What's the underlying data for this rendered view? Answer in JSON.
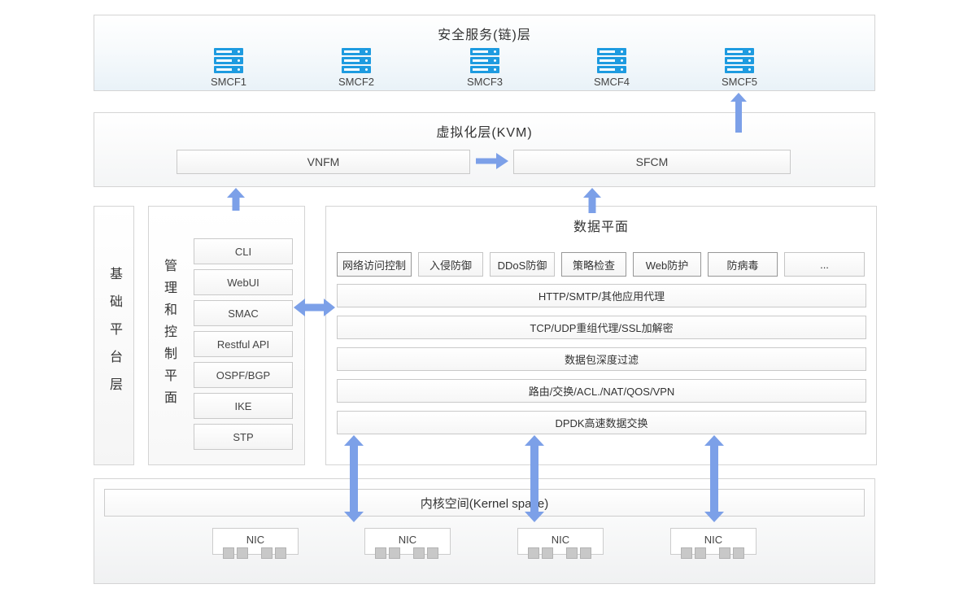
{
  "colors": {
    "arrow": "#7CA0E8",
    "server_icon": "#1E9BE0"
  },
  "icons": {
    "server": "server-rack-icon",
    "arrow_up": "arrow-up-icon",
    "arrow_right": "arrow-right-icon",
    "arrow_double_h": "arrow-left-right-icon",
    "arrow_double_v": "arrow-up-down-icon"
  },
  "layers": {
    "security": {
      "title": "安全服务(链)层",
      "servers": [
        "SMCF1",
        "SMCF2",
        "SMCF3",
        "SMCF4",
        "SMCF5"
      ]
    },
    "kvm": {
      "title": "虚拟化层(KVM)",
      "vnfm": "VNFM",
      "sfcm": "SFCM"
    },
    "platform": {
      "title": "基础平台层"
    },
    "mgmt": {
      "title": "管理和控制平面",
      "items": [
        "CLI",
        "WebUI",
        "SMAC",
        "Restful API",
        "OSPF/BGP",
        "IKE",
        "STP"
      ]
    },
    "dataplane": {
      "title": "数据平面",
      "modules": [
        {
          "label": "网络访问控制"
        },
        {
          "label": "入侵防御"
        },
        {
          "label": "DDoS防御"
        },
        {
          "label": "策略检查"
        },
        {
          "label": "Web防护"
        },
        {
          "label": "防病毒"
        },
        {
          "label": "..."
        }
      ],
      "rows": [
        "HTTP/SMTP/其他应用代理",
        "TCP/UDP重组代理/SSL加解密",
        "数据包深度过滤",
        "路由/交换/ACL./NAT/QOS/VPN",
        "DPDK高速数据交换"
      ]
    },
    "kernel": {
      "title": "内核空间(Kernel space)",
      "nics": [
        "NIC",
        "NIC",
        "NIC",
        "NIC"
      ]
    }
  }
}
